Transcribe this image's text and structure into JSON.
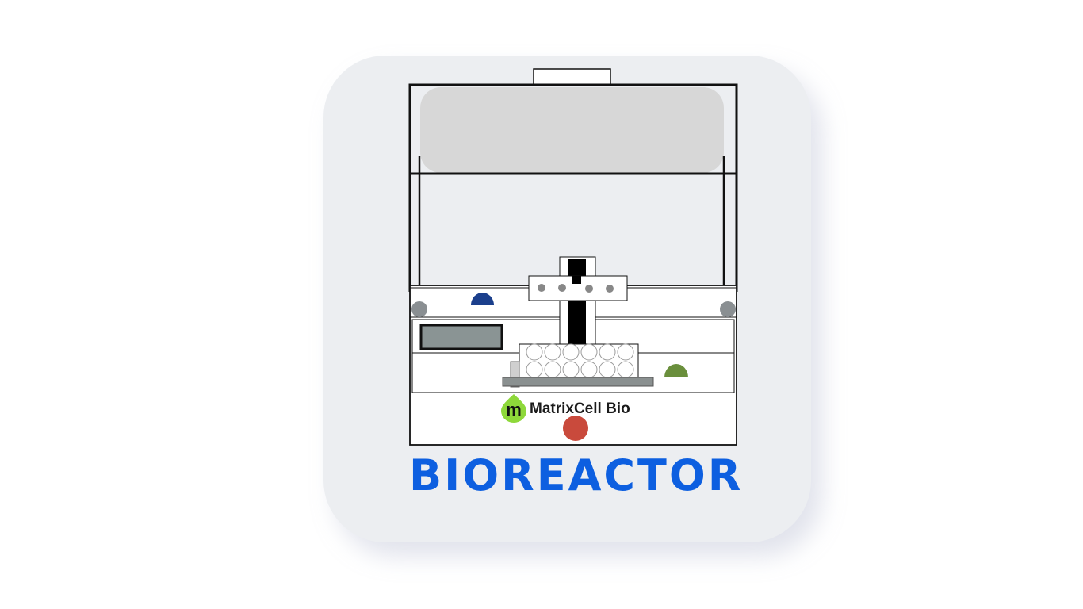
{
  "app": {
    "label": "BIOREACTOR",
    "brand_name": "MatrixCell Bio",
    "logo_letter": "m"
  },
  "icons": {
    "main": "bioreactor-icon",
    "logo": "matrixcell-logo-icon"
  },
  "colors": {
    "tile_background": "#eceef1",
    "label": "#0d5fe0",
    "indicator_blue": "#1b3f8c",
    "indicator_green": "#6a8f3c",
    "indicator_red": "#c94a3c",
    "logo_green": "#8ed83a"
  }
}
